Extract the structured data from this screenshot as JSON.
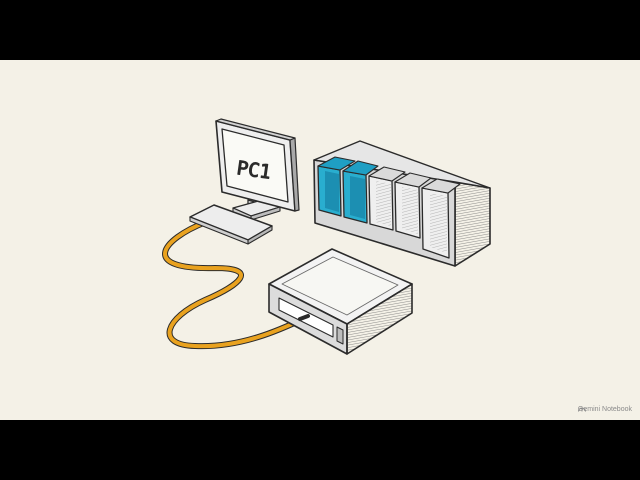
{
  "diagram": {
    "computer_label": "PC1",
    "watermark": "Gemini Notebook"
  },
  "colors": {
    "background": "#f4f1e7",
    "ink": "#2b2b2b",
    "cable": "#e9a21f",
    "slot_occupied": "#29aecf",
    "slot_empty": "#e0e0e0"
  },
  "rack": {
    "slots_total": 5,
    "slots_occupied": 2
  }
}
